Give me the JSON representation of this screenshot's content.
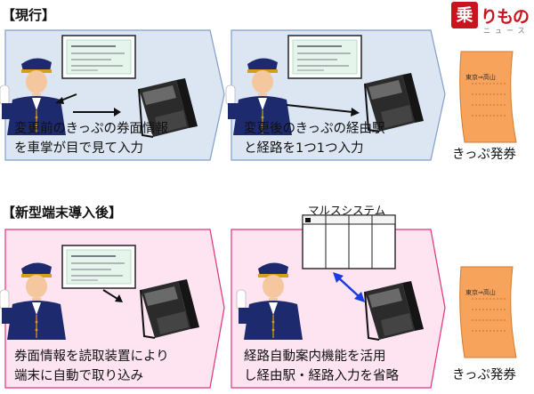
{
  "logo": {
    "mark": "乗",
    "text": "りもの",
    "sub": "ニュース"
  },
  "top": {
    "title": "【現行】",
    "panel1": {
      "caption": [
        "変更前のきっぷの券面情報",
        "を車掌が目で見て入力"
      ]
    },
    "panel2": {
      "caption": [
        "変更後のきっぷの経由駅",
        "と経路を1つ1つ入力"
      ]
    },
    "ticket": {
      "route": "東京⇒高山",
      "label": "きっぷ発券"
    }
  },
  "bottom": {
    "title": "【新型端末導入後】",
    "system_label": "マルスシステム",
    "panel1": {
      "caption": [
        "券面情報を読取装置により",
        "端末に自動で取り込み"
      ]
    },
    "panel2": {
      "caption": [
        "経路自動案内機能を活用",
        "し経由駅・経路入力を省略"
      ]
    },
    "ticket": {
      "route": "東京⇒高山",
      "label": "きっぷ発券"
    }
  },
  "colors": {
    "top_fill": "#dce6f2",
    "top_stroke": "#7f9fcc",
    "bottom_fill": "#fde4f0",
    "bottom_stroke": "#e0337a",
    "ticket": "#f7a35c",
    "brand": "#c8141e"
  }
}
